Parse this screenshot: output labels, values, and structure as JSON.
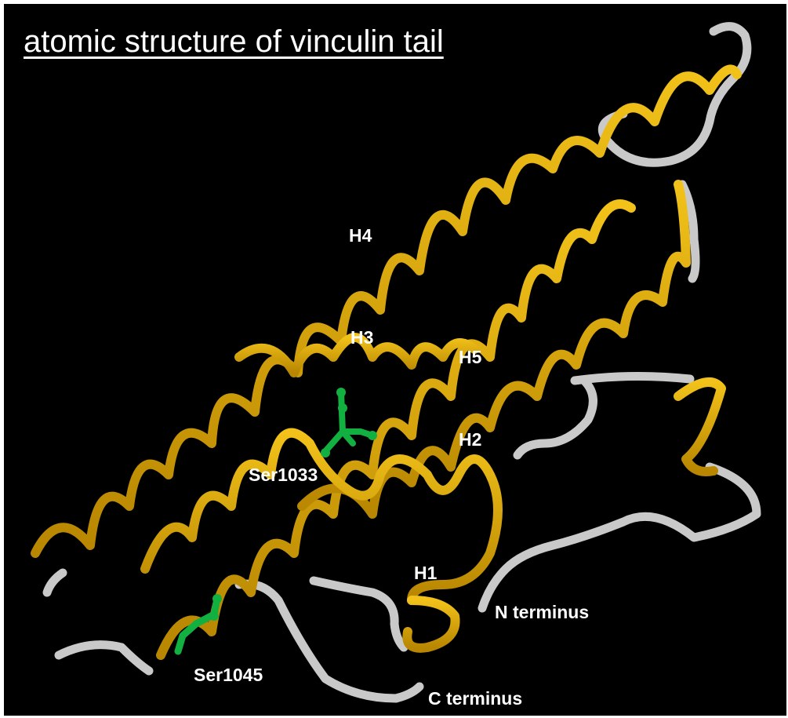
{
  "title": "atomic structure of vinculin tail",
  "labels": {
    "h1": "H1",
    "h2": "H2",
    "h3": "H3",
    "h4": "H4",
    "h5": "H5",
    "ser1033": "Ser1033",
    "ser1045": "Ser1045",
    "n_terminus": "N terminus",
    "c_terminus": "C terminus"
  },
  "colors": {
    "background": "#000000",
    "helix": "#d4a000",
    "loop": "#c8c8c8",
    "residue": "#12b040",
    "text": "#ffffff"
  }
}
